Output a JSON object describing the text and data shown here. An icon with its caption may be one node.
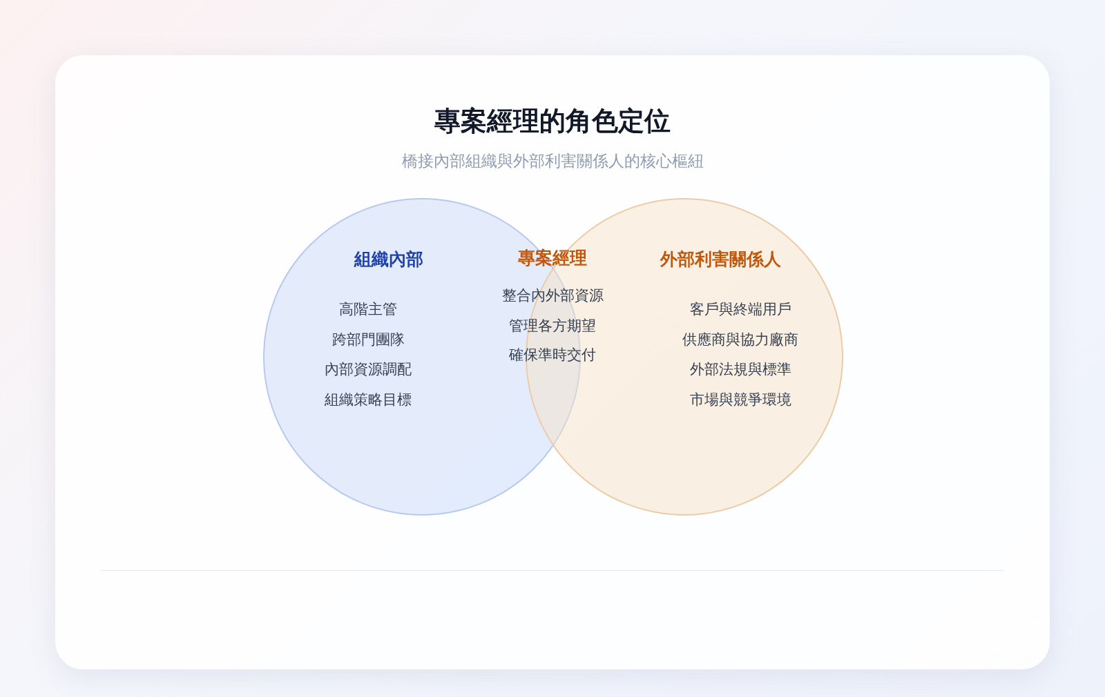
{
  "diagram": {
    "title": "專案經理的角色定位",
    "caption": "橋接內部組織與外部利害關係人的核心樞紐",
    "nodes": [
      {
        "text": [
          "組織內部",
          "高階主管",
          "跨部門團隊",
          "內部資源調配",
          "組織策略目標"
        ]
      },
      {
        "text": [
          "外部利害關係人",
          "客戶與終端用戶",
          "供應商與協力廠商",
          "外部法規與標準",
          "市場與競爭環境"
        ]
      }
    ],
    "labels": [
      "專案經理",
      "整合內外部資源",
      "管理各方期望",
      "確保準時交付"
    ]
  }
}
